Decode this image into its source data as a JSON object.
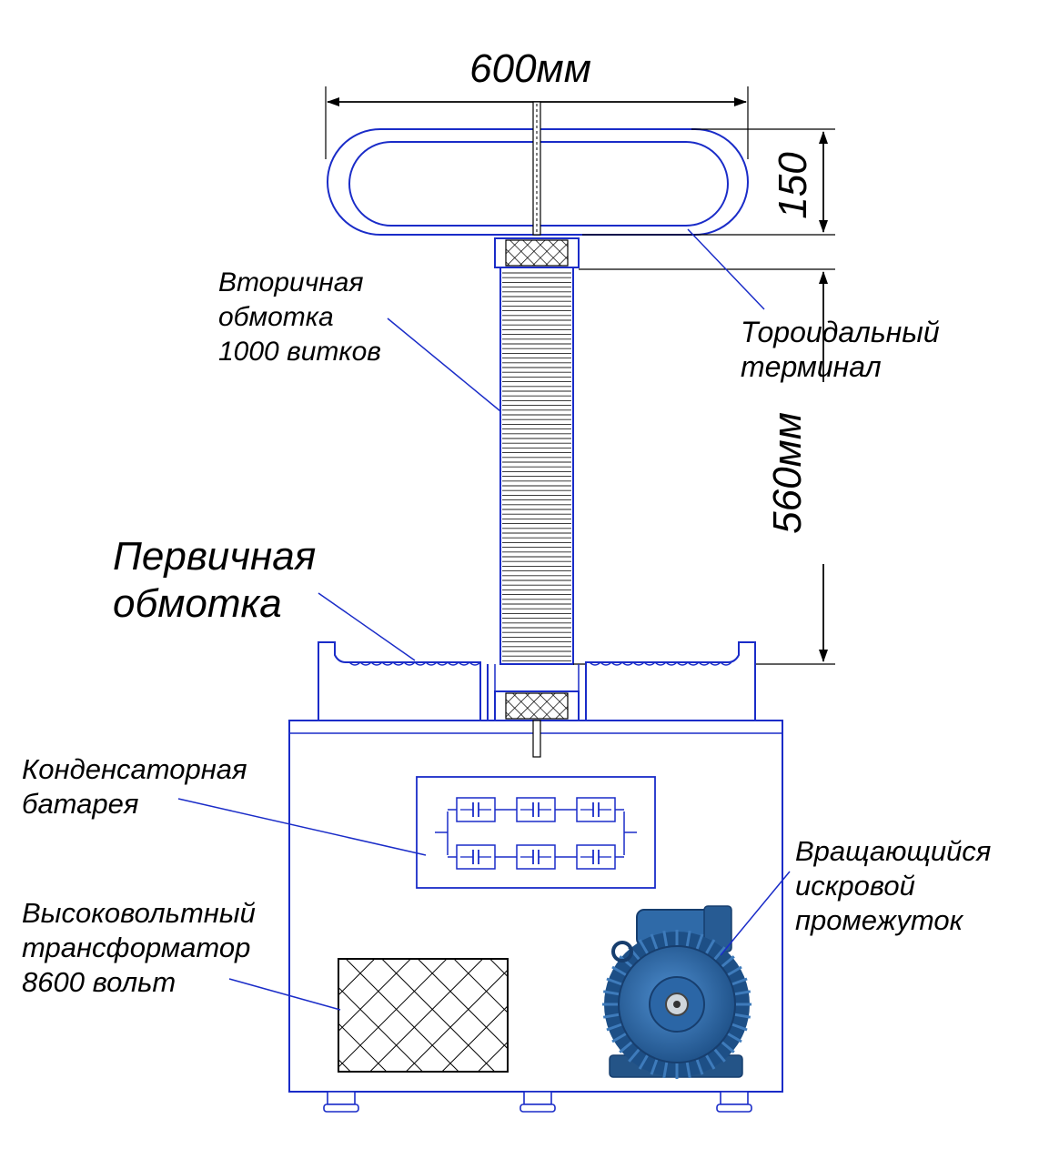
{
  "dimensions": {
    "width_label": "600мм",
    "terminal_height_label": "150",
    "coil_height_label": "560мм"
  },
  "labels": {
    "secondary_winding": [
      "Вторичная",
      "обмотка",
      "1000 витков"
    ],
    "toroidal_terminal": [
      "Тороидальный",
      "терминал"
    ],
    "primary_winding": [
      "Первичная",
      "обмотка"
    ],
    "capacitor_bank": [
      "Конденсаторная",
      "батарея"
    ],
    "rotary_spark_gap": [
      "Вращающийся",
      "искровой",
      "промежуток"
    ],
    "hv_transformer": [
      "Высоковольтный",
      "трансформатор",
      "8600 вольт"
    ]
  },
  "colors": {
    "line": "#1a2cc8",
    "text": "#000000",
    "motor_body": "#2f6aa8",
    "motor_dark": "#173e6e"
  },
  "icons": {
    "motor": "electric-motor-icon",
    "capacitor": "capacitor-symbol-icon"
  }
}
